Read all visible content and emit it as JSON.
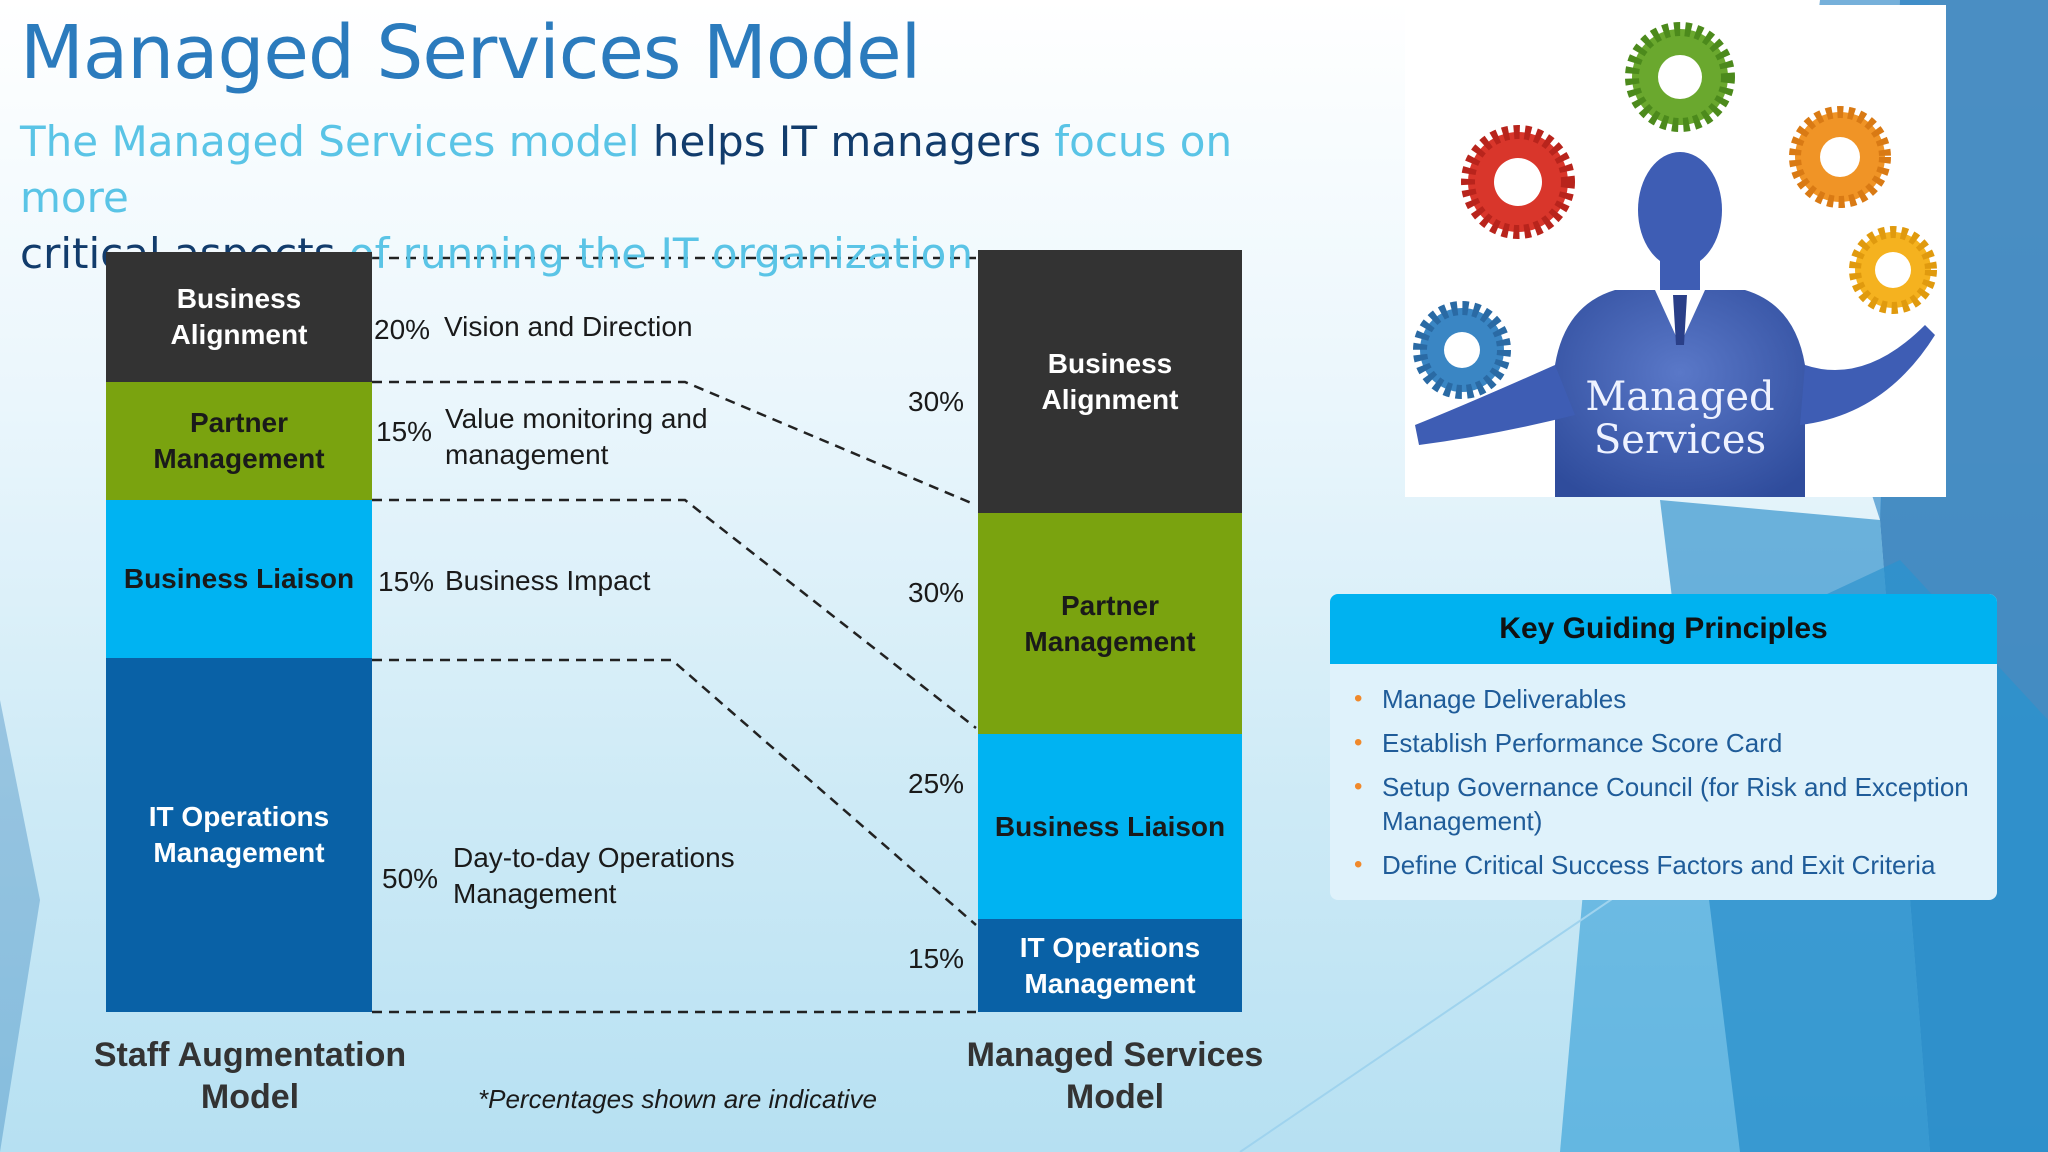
{
  "title": "Managed Services Model",
  "subtitle": {
    "part1": "The Managed Services model ",
    "part2": "helps IT managers",
    "part3": " focus on more ",
    "part4": "critical aspects",
    "part5": " of running the IT organization"
  },
  "left_model": {
    "label": "Staff Augmentation Model",
    "blocks": [
      {
        "label": "Business Alignment",
        "percent": "20%",
        "description": "Vision and Direction",
        "color": "#333333"
      },
      {
        "label": "Partner Management",
        "percent": "15%",
        "description": "Value monitoring and management",
        "color": "#7aa30f"
      },
      {
        "label": "Business Liaison",
        "percent": "15%",
        "description": "Business Impact",
        "color": "#00b3f2"
      },
      {
        "label": "IT Operations Management",
        "percent": "50%",
        "description": "Day-to-day Operations Management",
        "color": "#0961a6"
      }
    ]
  },
  "right_model": {
    "label": "Managed Services Model",
    "blocks": [
      {
        "label": "Business Alignment",
        "percent": "30%",
        "color": "#333333"
      },
      {
        "label": "Partner Management",
        "percent": "30%",
        "color": "#7aa30f"
      },
      {
        "label": "Business Liaison",
        "percent": "25%",
        "color": "#00b3f2"
      },
      {
        "label": "IT Operations Management",
        "percent": "15%",
        "color": "#0961a6"
      }
    ]
  },
  "footnote": "*Percentages shown are indicative",
  "image": {
    "caption_line1": "Managed",
    "caption_line2": "Services",
    "icon": "businessman-juggling-gears-icon"
  },
  "key_principles": {
    "header": "Key Guiding Principles",
    "items": [
      "Manage Deliverables",
      "Establish Performance Score Card",
      "Setup Governance Council (for Risk and Exception Management)",
      "Define Critical Success Factors and Exit Criteria"
    ],
    "bullet_color": "#f0892b"
  }
}
